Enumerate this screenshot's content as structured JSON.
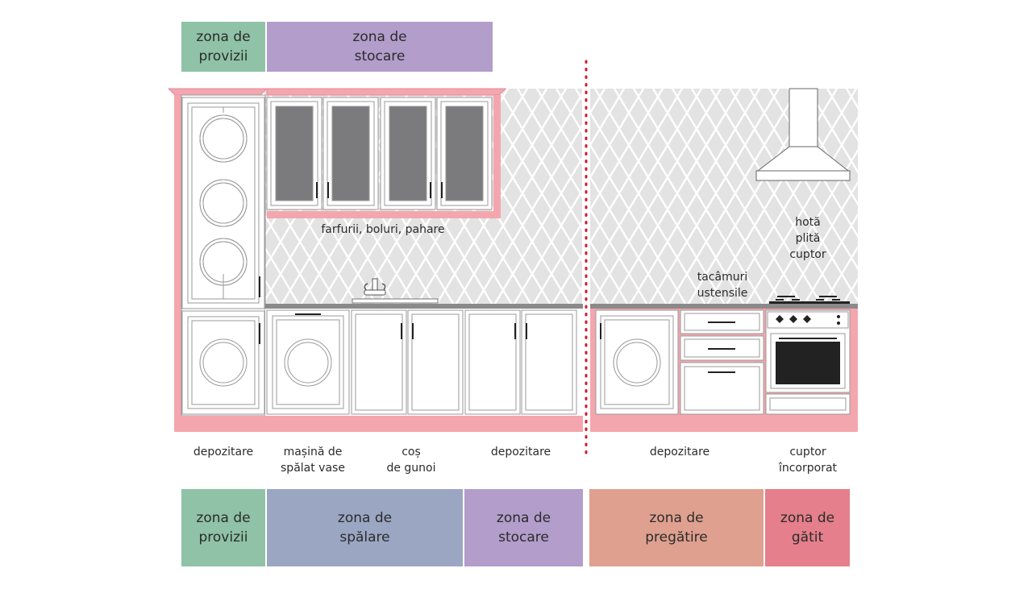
{
  "colors": {
    "provizii": "#8fc2a6",
    "stocare": "#b39dcb",
    "spalare": "#9ba6c3",
    "pregatire": "#dfa08f",
    "gatit": "#e57f8b",
    "cabinet_frame": "#f4a6ae",
    "divider": "#d1182a",
    "glass": "#7b7b7d"
  },
  "top_zones": [
    {
      "id": "provizii",
      "label": "zona de\nprovizii"
    },
    {
      "id": "stocare",
      "label": "zona de\nstocare"
    }
  ],
  "bottom_zones": [
    {
      "id": "provizii",
      "label": "zona de\nprovizii"
    },
    {
      "id": "spalare",
      "label": "zona de\nspălare"
    },
    {
      "id": "stocare",
      "label": "zona de\nstocare"
    },
    {
      "id": "pregatire",
      "label": "zona de\npregătire"
    },
    {
      "id": "gatit",
      "label": "zona de\ngătit"
    }
  ],
  "inline_labels": {
    "upper_cabinets": "farfurii, boluri, pahare",
    "drawers": "tacâmuri\nustensile",
    "cooking": "hotă\nplită\ncuptor"
  },
  "bottom_labels": [
    "depozitare",
    "mașină de\nspălat vase",
    "coș\nde gunoi",
    "depozitare",
    "depozitare",
    "cuptor\nîncorporat"
  ]
}
